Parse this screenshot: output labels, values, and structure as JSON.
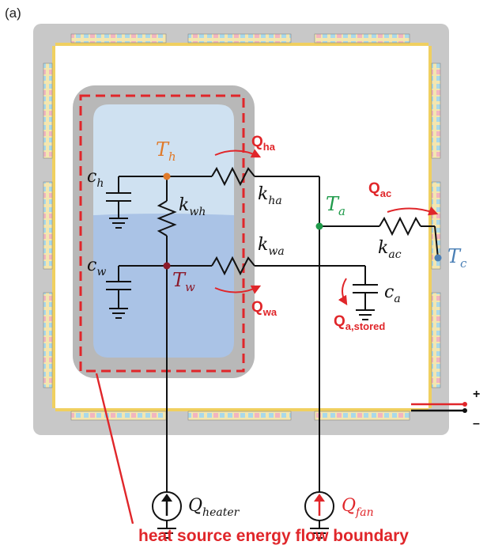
{
  "panel_label": "(a)",
  "nodes": {
    "Th": {
      "base": "T",
      "sub": "h",
      "color": "#e07a2a"
    },
    "Tw": {
      "base": "T",
      "sub": "w",
      "color": "#8b1a2a"
    },
    "Ta": {
      "base": "T",
      "sub": "a",
      "color": "#1f9a4a"
    },
    "Tc": {
      "base": "T",
      "sub": "c",
      "color": "#4a7fb5"
    }
  },
  "components": {
    "ch": {
      "base": "c",
      "sub": "h"
    },
    "cw": {
      "base": "c",
      "sub": "w"
    },
    "ca": {
      "base": "c",
      "sub": "a"
    },
    "kwh": {
      "base": "k",
      "sub": "wh"
    },
    "kha": {
      "base": "k",
      "sub": "ha"
    },
    "kwa": {
      "base": "k",
      "sub": "wa"
    },
    "kac": {
      "base": "k",
      "sub": "ac"
    }
  },
  "flows": {
    "Qha": {
      "base": "Q",
      "sub": "ha"
    },
    "Qwa": {
      "base": "Q",
      "sub": "wa"
    },
    "Qac": {
      "base": "Q",
      "sub": "ac"
    },
    "Qas": {
      "base": "Q",
      "sub": "a,stored"
    }
  },
  "sources": {
    "heater": {
      "base": "Q",
      "sub": "heater"
    },
    "fan": {
      "base": "Q",
      "sub": "fan",
      "color": "#e0262a"
    }
  },
  "terminals": {
    "plus": "+",
    "minus": "–"
  },
  "boundary_caption": "heat source energy flow boundary",
  "colors": {
    "flow_red": "#e0262a",
    "enclosure_gray": "#c8c8c8",
    "inner_gray": "#b0b0b0",
    "water_light": "#cfe1f1",
    "water_dark": "#aac3e6"
  }
}
